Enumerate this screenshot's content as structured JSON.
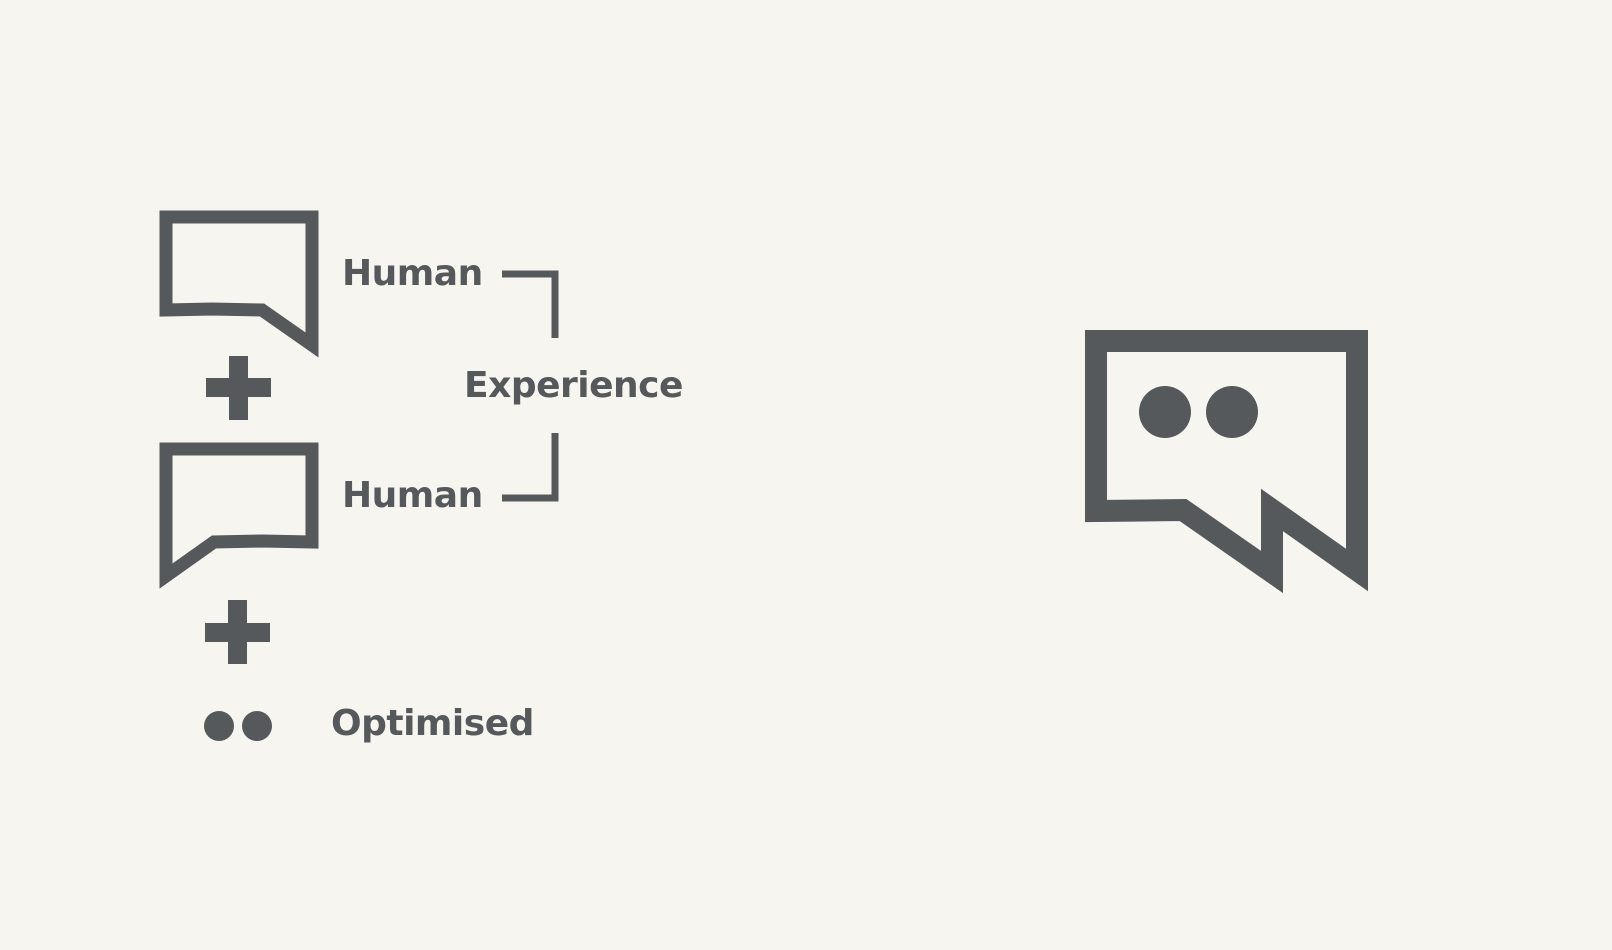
{
  "colors": {
    "background": "#F7F5F0",
    "ink": "#55595C"
  },
  "labels": {
    "human_top": "Human",
    "human_bottom": "Human",
    "experience": "Experience",
    "optimised": "Optimised"
  },
  "icons": {
    "bubble_top": "speech-bubble-tail-right-icon",
    "bubble_bottom": "speech-bubble-tail-left-icon",
    "plus": "plus-icon",
    "dots": "two-dots-icon",
    "logo": "speech-bubble-two-dots-logo-icon"
  }
}
